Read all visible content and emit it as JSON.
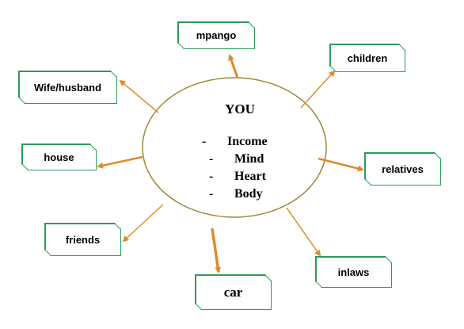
{
  "center": {
    "title": "YOU",
    "items": [
      "Income",
      "Mind",
      "Heart",
      "Body"
    ],
    "bullet": "-"
  },
  "nodes": [
    {
      "id": "mpango",
      "label": "mpango"
    },
    {
      "id": "children",
      "label": "children"
    },
    {
      "id": "wife-husband",
      "label": "Wife/husband"
    },
    {
      "id": "house",
      "label": "house"
    },
    {
      "id": "relatives",
      "label": "relatives"
    },
    {
      "id": "friends",
      "label": "friends"
    },
    {
      "id": "inlaws",
      "label": "inlaws"
    },
    {
      "id": "car",
      "label": "car"
    }
  ],
  "colors": {
    "ellipse_stroke": "#9a8a3a",
    "arrow": "#e08a2a",
    "box_border": "#2e9a5a"
  }
}
